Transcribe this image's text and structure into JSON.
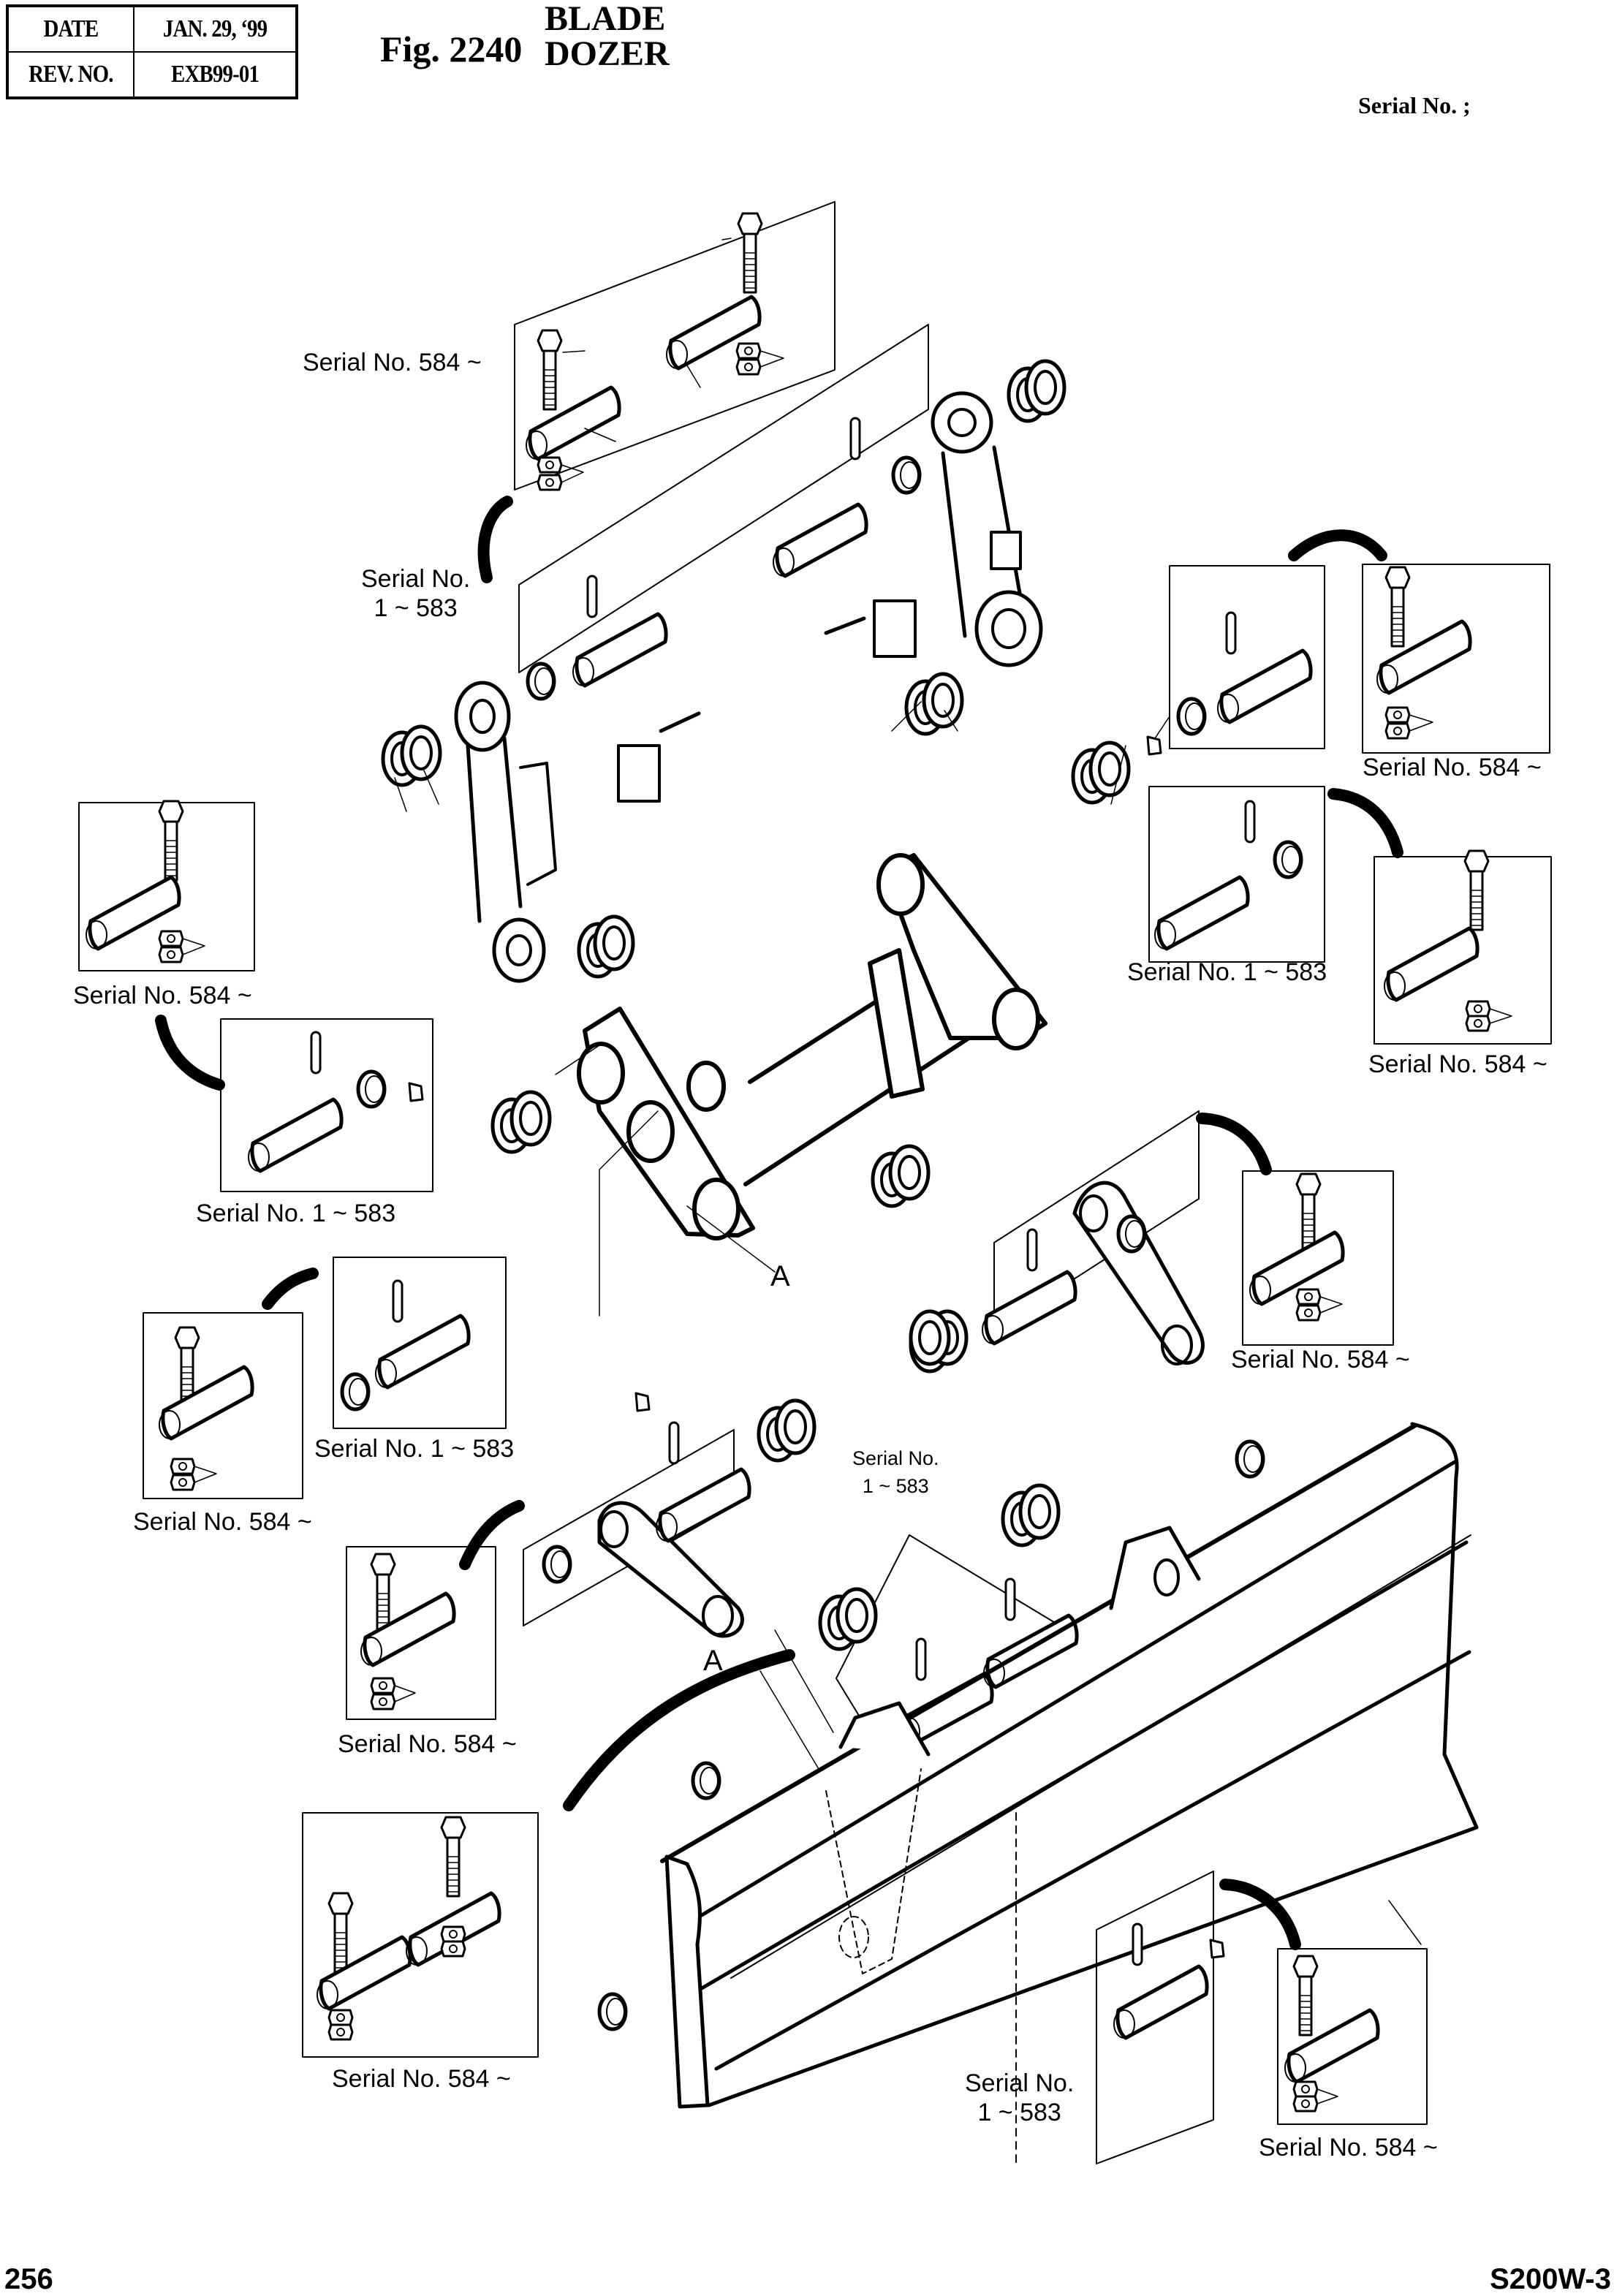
{
  "header": {
    "date_label": "DATE",
    "date_value": "JAN. 29, ‘99",
    "rev_label": "REV. NO.",
    "rev_value": "EXB99-01",
    "figure_number": "Fig. 2240",
    "figure_name_line1": "BLADE",
    "figure_name_line2": "DOZER",
    "serial_heading": "Serial No. ;"
  },
  "labels": {
    "top_pins_new": "Serial No. 584 ~",
    "top_pins_old_l1": "Serial No.",
    "top_pins_old_l2": "1 ~ 583",
    "right_upper_new": "Serial No. 584 ~",
    "right_mid_old": "Serial No. 1 ~ 583",
    "right_mid_new": "Serial No. 584 ~",
    "left_upper_new": "Serial No. 584 ~",
    "left_mid_old": "Serial No. 1 ~ 583",
    "left_lower_old": "Serial No. 1 ~ 583",
    "left_lower_new": "Serial No. 584 ~",
    "right_link_new": "Serial No. 584 ~",
    "center_old_l1": "Serial No.",
    "center_old_l2": "1 ~ 583",
    "lower_left_new": "Serial No. 584 ~",
    "bottom_left_new": "Serial No. 584 ~",
    "bottom_center_old_l1": "Serial No.",
    "bottom_center_old_l2": "1 ~ 583",
    "bottom_right_new": "Serial No. 584 ~",
    "ref_a_upper": "A",
    "ref_a_lower": "A"
  },
  "footer": {
    "page_number": "256",
    "model": "S200W-3"
  }
}
